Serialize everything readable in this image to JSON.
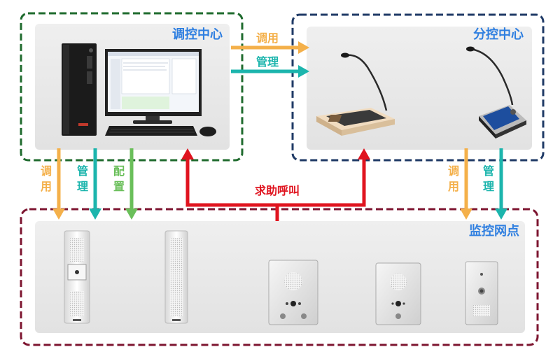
{
  "nodes": {
    "control_center": "调控中心",
    "sub_control_center": "分控中心",
    "monitoring_points": "监控网点"
  },
  "edges": {
    "top_call": "调用",
    "top_manage": "管理",
    "left_call": "调用",
    "left_manage": "管理",
    "left_config": "配置",
    "right_call": "调用",
    "right_manage": "管理",
    "help_call": "求助呼叫"
  },
  "colors": {
    "green_border": "#1f6b2e",
    "navy_border": "#1f3a66",
    "maroon_border": "#7d1530",
    "orange_arrow": "#f4b04a",
    "teal_arrow": "#1cb5ad",
    "green_arrow": "#6abf5a",
    "red_arrow": "#e0141f",
    "blue_title": "#2f7fe0"
  }
}
